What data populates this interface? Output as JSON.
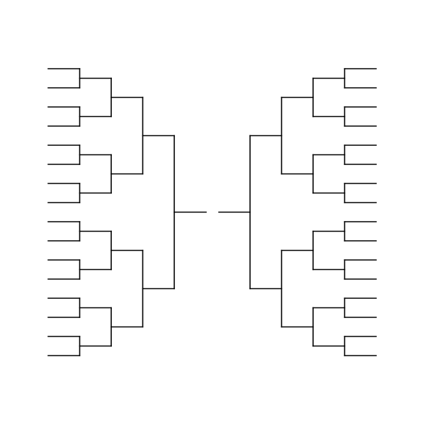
{
  "bracket": {
    "style": {
      "line_color": "#000000",
      "background_color": "#ffffff"
    },
    "sides": [
      {
        "side": "left",
        "first_round_slots": 16,
        "rounds": 4
      },
      {
        "side": "right",
        "first_round_slots": 16,
        "rounds": 4
      }
    ],
    "final_connectors": 2,
    "labels_visible": false
  }
}
